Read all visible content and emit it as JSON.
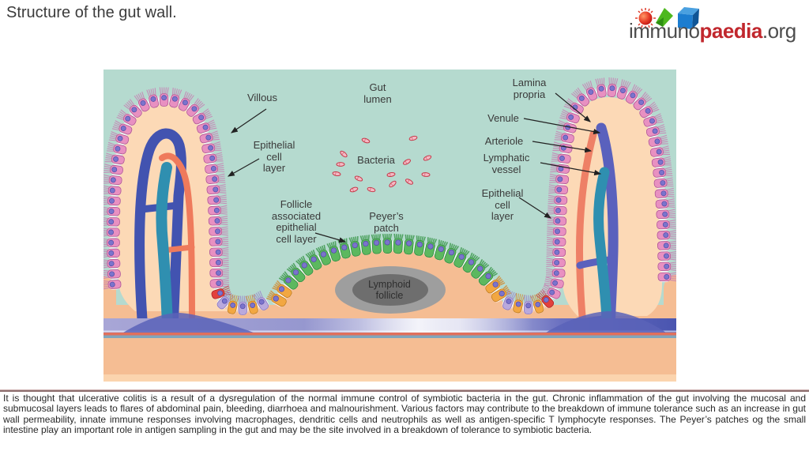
{
  "page": {
    "title": "Structure of the gut wall."
  },
  "logo": {
    "immuno": "immuno",
    "paedia": "paedia",
    "org": ".org"
  },
  "diagram": {
    "labels": {
      "villous": "Villous",
      "epithelial_left": "Epithelial\ncell\nlayer",
      "follicle_associated": "Follicle\nassociated\nepithelial\ncell layer",
      "gut_lumen": "Gut\nlumen",
      "bacteria": "Bacteria",
      "peyers_patch": "Peyer’s\npatch",
      "lamina_propria": "Lamina\npropria",
      "venule": "Venule",
      "arteriole": "Arteriole",
      "lymphatic_vessel": "Lymphatic\nvessel",
      "epithelial_right": "Epithelial\ncell\nlayer",
      "lymphoid_follicle": "Lymphoid\nfollicle"
    }
  },
  "footer": {
    "text": "It is thought that ulcerative colitis is a result of a dysregulation of the normal immune control of symbiotic bacteria in the gut. Chronic inflammation of the gut involving the mucosal and submucosal layers leads to flares of abdominal pain, bleeding, diarrhoea and malnourishment. Various factors may contribute to the breakdown of immune tolerance such as an increase in gut wall permeability, innate immune responses involving macrophages, dendritic cells and neutrophils as well as antigen-specific T lymphocyte responses. The Peyer’s patches og the small intestine play an important role in antigen sampling in the gut and may be the site involved in a breakdown of tolerance to symbiotic bacteria."
  },
  "colors": {
    "teal_bg": "#b5dacf",
    "floor": "#f5bd93",
    "floor_light": "#fbd4ae",
    "villus_interior": "#fcd9b6",
    "cell_pink": "#e890c1",
    "cell_pink_dark": "#b05590",
    "fuzz_pink": "#c77fb3",
    "cell_green": "#5cb85f",
    "cell_green_dark": "#2e8a3e",
    "fuzz_green": "#3f9a4f",
    "cell_orange": "#f2a742",
    "cell_orange_dark": "#c07b20",
    "fuzz_orange": "#cf8f3a",
    "cell_lavender": "#b9a9dd",
    "cell_lavender_dark": "#8a76c0",
    "fuzz_lavender": "#9c86cc",
    "cell_red": "#e2413d",
    "cell_red_dark": "#a82222",
    "fuzz_red": "#c24444",
    "nucleus": "#7b74cc",
    "nucleus_dark": "#514ba8",
    "venule": "#4253b0",
    "venule_right": "#5a61bd",
    "arteriole": "#ef7a5c",
    "arteriole_right": "#ee8066",
    "lymphatic": "#2f8fb0",
    "follicle_outer": "#9e9e9e",
    "follicle_inner": "#6e6e6e",
    "stripe_blue": "#7fa6bd",
    "stripe_salmon": "#e0705c",
    "band_delta": "#5b63b8",
    "bacteria_fill": "#f4b9c4",
    "bacteria_stroke": "#c63a4a",
    "arrow": "#222222",
    "logo_red": "#c1272d",
    "rule_light": "#cdb0b0",
    "rule_dark": "#8d6f6f"
  }
}
